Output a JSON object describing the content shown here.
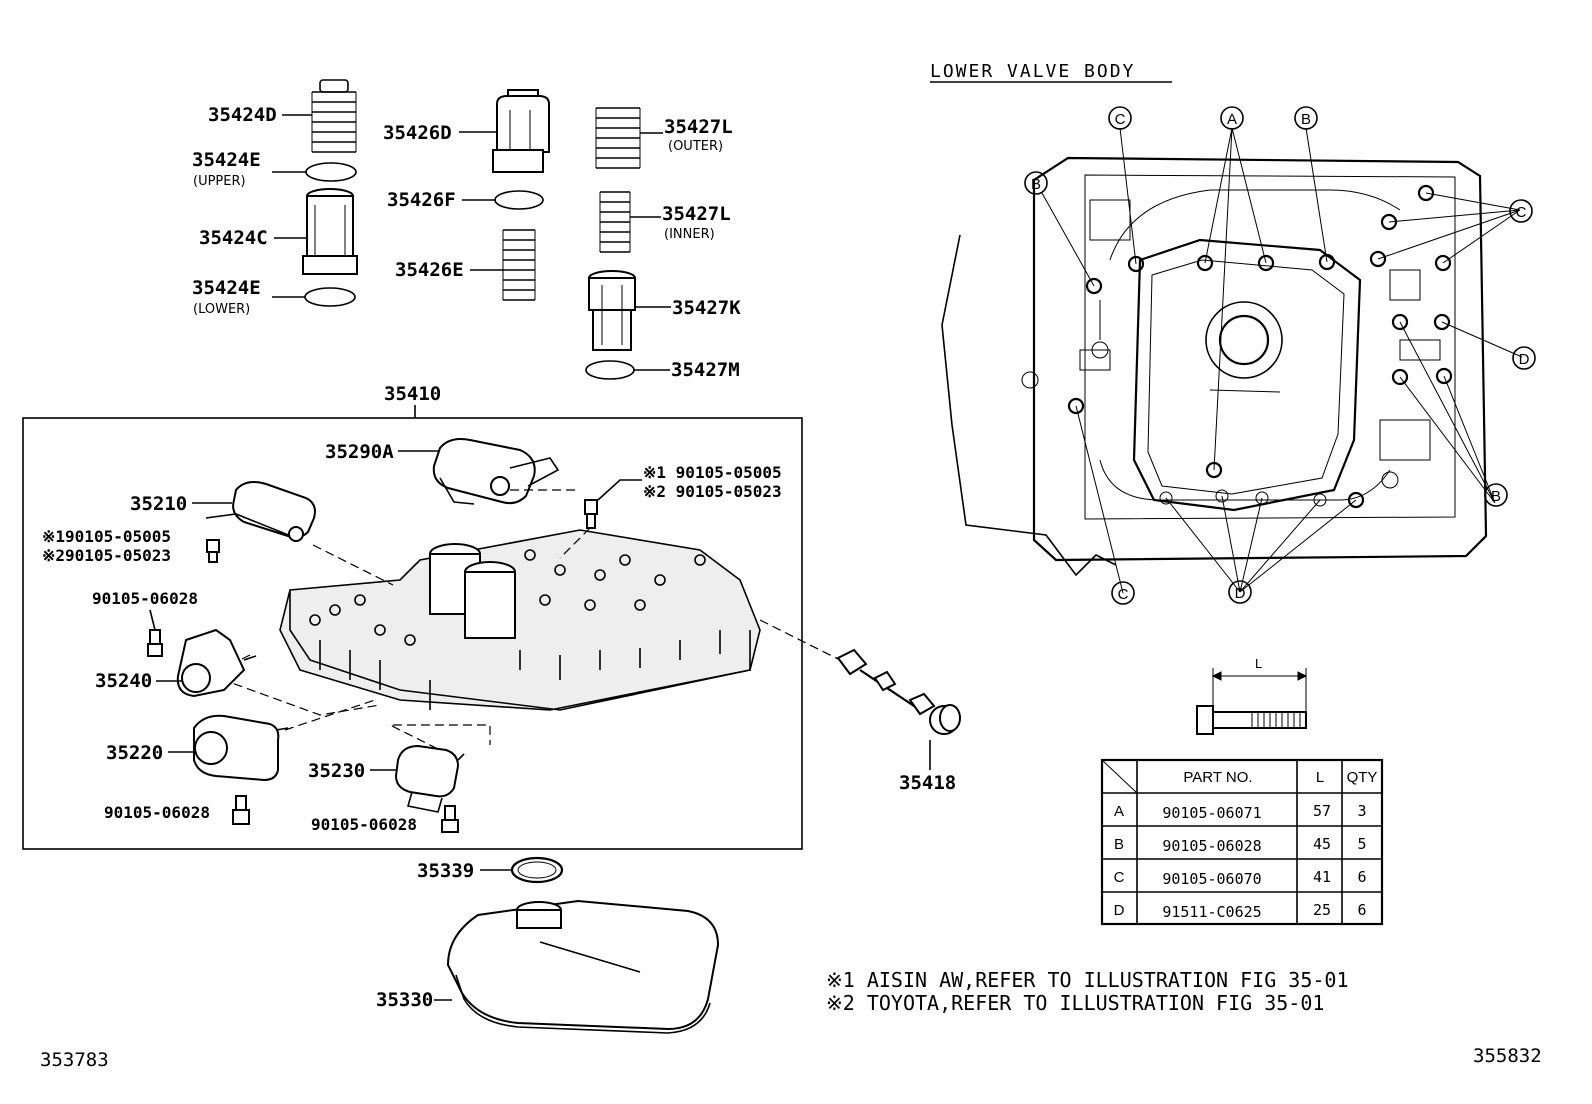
{
  "section_title": "LOWER VALVE BODY",
  "parts": {
    "p35424D": "35424D",
    "p35424E_upper": "35424E",
    "p35424E_upper_note": "(UPPER)",
    "p35424C": "35424C",
    "p35424E_lower": "35424E",
    "p35424E_lower_note": "(LOWER)",
    "p35426D": "35426D",
    "p35426F": "35426F",
    "p35426E": "35426E",
    "p35427L_outer": "35427L",
    "p35427L_outer_note": "(OUTER)",
    "p35427L_inner": "35427L",
    "p35427L_inner_note": "(INNER)",
    "p35427K": "35427K",
    "p35427M": "35427M",
    "p35410": "35410",
    "p35290A": "35290A",
    "p35210": "35210",
    "bolt_r1": "※1 90105-05005",
    "bolt_r2": "※2 90105-05023",
    "bolt_l1": "※190105-05005",
    "bolt_l2": "※290105-05023",
    "bolt_06028_a": "90105-06028",
    "p35240": "35240",
    "p35220": "35220",
    "bolt_06028_b": "90105-06028",
    "p35230": "35230",
    "bolt_06028_c": "90105-06028",
    "p35418": "35418",
    "p35339": "35339",
    "p35330": "35330"
  },
  "callouts": {
    "A": "A",
    "B": "B",
    "C": "C",
    "D": "D"
  },
  "bolt_dim_label": "L",
  "table": {
    "headers": [
      "PART NO.",
      "L",
      "QTY"
    ],
    "rows": [
      {
        "key": "A",
        "part": "90105-06071",
        "l": "57",
        "qty": "3"
      },
      {
        "key": "B",
        "part": "90105-06028",
        "l": "45",
        "qty": "5"
      },
      {
        "key": "C",
        "part": "90105-06070",
        "l": "41",
        "qty": "6"
      },
      {
        "key": "D",
        "part": "91511-C0625",
        "l": "25",
        "qty": "6"
      }
    ]
  },
  "notes": {
    "n1": "※1 AISIN AW,REFER TO ILLUSTRATION FIG 35-01",
    "n2": "※2 TOYOTA,REFER TO ILLUSTRATION FIG 35-01"
  },
  "figure_ids": {
    "left": "353783",
    "right": "355832"
  }
}
